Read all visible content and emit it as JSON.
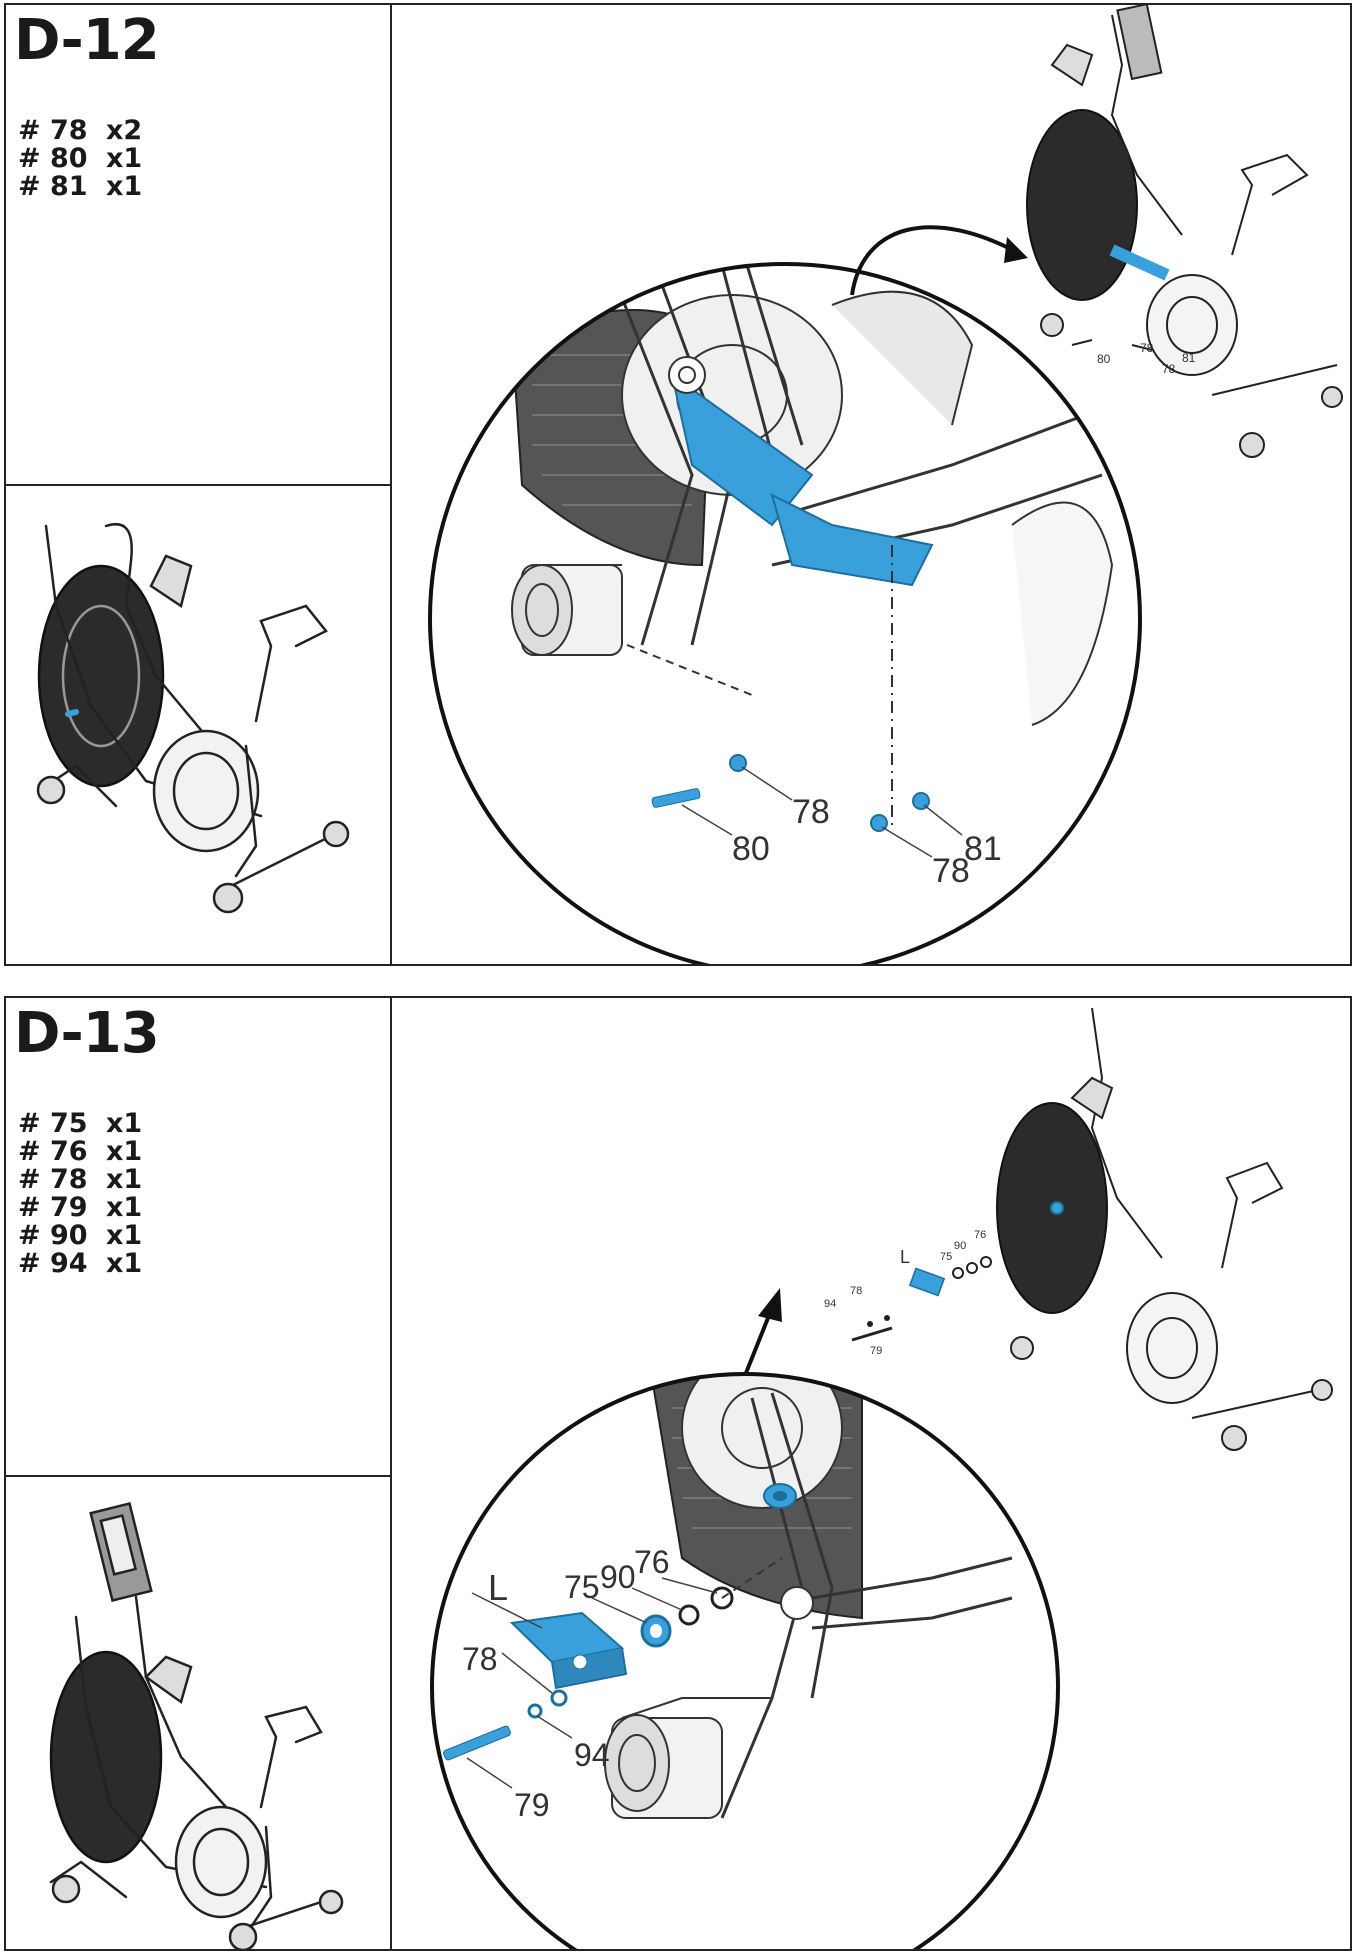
{
  "steps": [
    {
      "id": "D-12",
      "parts": [
        {
          "hash": "#",
          "number": "78",
          "qty": "x2"
        },
        {
          "hash": "#",
          "number": "80",
          "qty": "x1"
        },
        {
          "hash": "#",
          "number": "81",
          "qty": "x1"
        }
      ],
      "callouts": {
        "a": "78",
        "b": "80",
        "c": "78",
        "d": "81"
      },
      "mini_callouts": {
        "a": "78",
        "b": "80",
        "c": "78",
        "d": "81"
      }
    },
    {
      "id": "D-13",
      "parts": [
        {
          "hash": "#",
          "number": "75",
          "qty": "x1"
        },
        {
          "hash": "#",
          "number": "76",
          "qty": "x1"
        },
        {
          "hash": "#",
          "number": "78",
          "qty": "x1"
        },
        {
          "hash": "#",
          "number": "79",
          "qty": "x1"
        },
        {
          "hash": "#",
          "number": "90",
          "qty": "x1"
        },
        {
          "hash": "#",
          "number": "94",
          "qty": "x1"
        }
      ],
      "callouts": {
        "bracket": "L",
        "p75": "75",
        "p90": "90",
        "p76": "76",
        "p78": "78",
        "p94": "94",
        "p79": "79"
      },
      "mini_callouts": {
        "bracket": "L",
        "p75": "75",
        "p90": "90",
        "p76": "76",
        "p78": "78",
        "p94": "94",
        "p79": "79"
      }
    }
  ],
  "colors": {
    "highlight": "#3aa0dc",
    "line": "#222222"
  }
}
